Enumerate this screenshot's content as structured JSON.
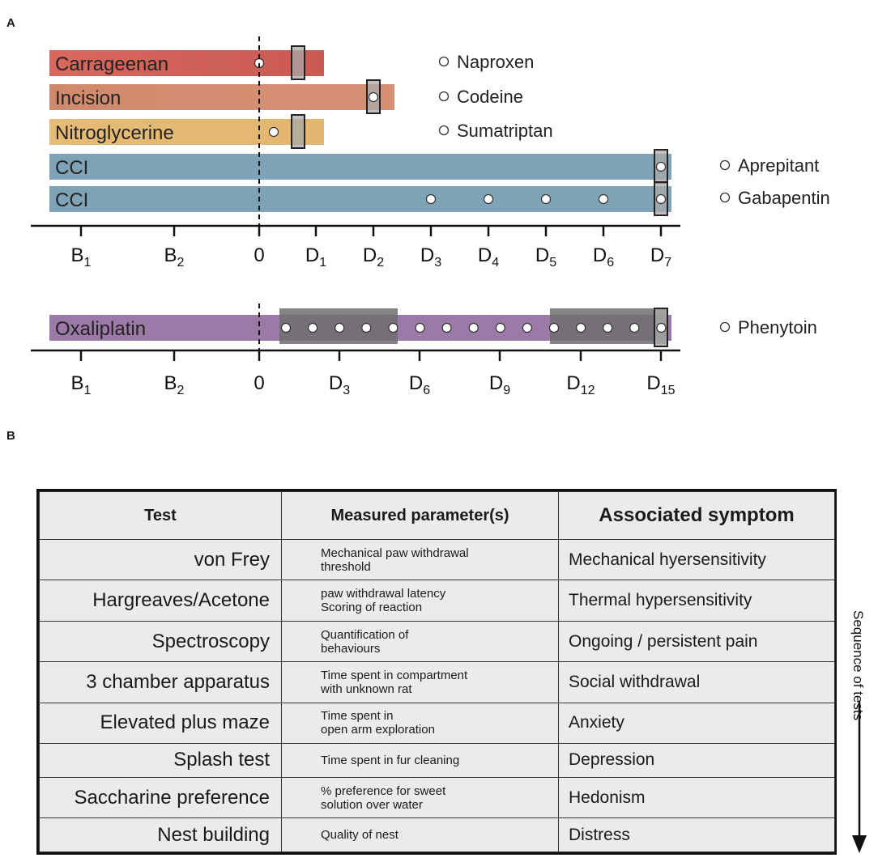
{
  "panel_a": {
    "letter": "A",
    "top": {
      "bars": [
        {
          "label": "Carrageenan",
          "color": "#d8685e",
          "color_end": "#c95a52"
        },
        {
          "label": "Incision",
          "color": "#cf8a6c",
          "color_end": "#d79074"
        },
        {
          "label": "Nitroglycerine",
          "color": "#e6bb77",
          "color_end": "#e2b66e"
        },
        {
          "label": "CCI",
          "color": "#7fa3b6",
          "color_end": "#7fa3b6"
        },
        {
          "label": "CCI",
          "color": "#7fa3b6",
          "color_end": "#7fa3b6"
        }
      ],
      "drugs": [
        "Naproxen",
        "Codeine",
        "Sumatriptan",
        "Aprepitant",
        "Gabapentin"
      ],
      "ticks": [
        {
          "main": "B",
          "sub": "1"
        },
        {
          "main": "B",
          "sub": "2"
        },
        {
          "main": "0",
          "sub": ""
        },
        {
          "main": "D",
          "sub": "1"
        },
        {
          "main": "D",
          "sub": "2"
        },
        {
          "main": "D",
          "sub": "3"
        },
        {
          "main": "D",
          "sub": "4"
        },
        {
          "main": "D",
          "sub": "5"
        },
        {
          "main": "D",
          "sub": "6"
        },
        {
          "main": "D",
          "sub": "7"
        }
      ]
    },
    "bottom": {
      "bar": {
        "label": "Oxaliplatin",
        "color": "#9b7aa7"
      },
      "drug": "Phenytoin",
      "ticks": [
        {
          "main": "B",
          "sub": "1"
        },
        {
          "main": "B",
          "sub": "2"
        },
        {
          "main": "0",
          "sub": ""
        },
        {
          "main": "D",
          "sub": "3"
        },
        {
          "main": "D",
          "sub": "6"
        },
        {
          "main": "D",
          "sub": "9"
        },
        {
          "main": "D",
          "sub": "12"
        },
        {
          "main": "D",
          "sub": "15"
        }
      ]
    }
  },
  "panel_b": {
    "letter": "B",
    "headers": [
      "Test",
      "Measured parameter(s)",
      "Associated symptom"
    ],
    "rows": [
      {
        "test": "von Frey",
        "param": [
          "Mechanical paw withdrawal",
          "threshold"
        ],
        "symptom": "Mechanical hyersensitivity"
      },
      {
        "test": "Hargreaves/Acetone",
        "param": [
          "paw withdrawal latency",
          "Scoring of reaction"
        ],
        "symptom": "Thermal hypersensitivity"
      },
      {
        "test": "Spectroscopy",
        "param": [
          "Quantification of",
          "behaviours"
        ],
        "symptom": "Ongoing / persistent pain"
      },
      {
        "test": "3 chamber apparatus",
        "param": [
          "Time spent in compartment",
          "with unknown rat"
        ],
        "symptom": "Social withdrawal"
      },
      {
        "test": "Elevated plus maze",
        "param": [
          "Time spent in",
          "open arm exploration"
        ],
        "symptom": "Anxiety"
      },
      {
        "test": "Splash test",
        "param": [
          "Time spent in fur cleaning"
        ],
        "symptom": "Depression"
      },
      {
        "test": "Saccharine preference",
        "param": [
          "% preference for sweet",
          "solution over water"
        ],
        "symptom": "Hedonism"
      },
      {
        "test": "Nest building",
        "param": [
          "Quality of nest"
        ],
        "symptom": "Distress"
      }
    ],
    "sequence_label": "Sequence of tests"
  }
}
